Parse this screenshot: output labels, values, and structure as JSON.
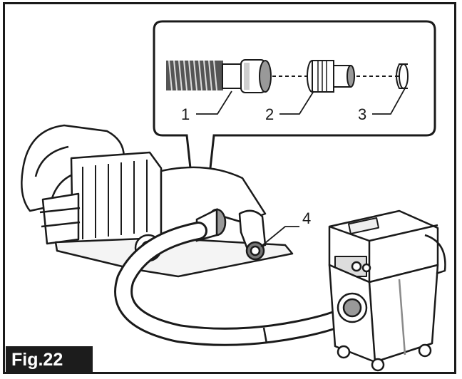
{
  "figure": {
    "label": "Fig.22",
    "callouts": [
      "1",
      "2",
      "3",
      "4"
    ],
    "colors": {
      "ink": "#1a1a1a",
      "shade": "#8a8a8a",
      "paper": "#ffffff"
    },
    "parts": [
      "hose",
      "hose-cuff",
      "adapter",
      "vacuum-port",
      "saw",
      "dust-nozzle",
      "vacuum-cleaner"
    ]
  }
}
